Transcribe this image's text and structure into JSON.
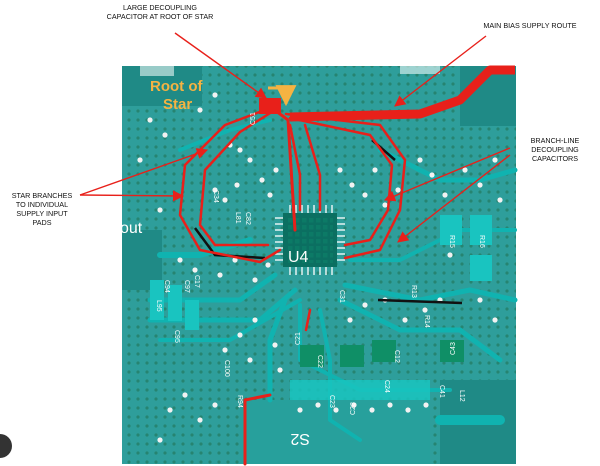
{
  "callouts": {
    "large_decoupling": [
      "LARGE DECOUPLING",
      "CAPACITOR AT ROOT OF STAR"
    ],
    "main_bias": "MAIN BIAS SUPPLY ROUTE",
    "star_branches": [
      "STAR BRANCHES",
      "TO INDIVIDUAL",
      "SUPPLY INPUT",
      "PADS"
    ],
    "branch_line": [
      "BRANCH-LINE",
      "DECOUPLING",
      "CAPACITORS"
    ]
  },
  "board": {
    "root_of_star": [
      "Root of",
      "Star"
    ],
    "out_label": "out",
    "s2_label": "S2",
    "chip_label": "U4",
    "silkscreen": [
      "C51",
      "C34",
      "C82",
      "L81",
      "R15",
      "R16",
      "C17",
      "C97",
      "C94",
      "C95",
      "L95",
      "C21",
      "C22",
      "C23",
      "C24",
      "C28",
      "C41",
      "C43",
      "L12",
      "C12",
      "R13",
      "R14",
      "C100",
      "R94",
      "C31"
    ]
  },
  "colors": {
    "board": "#2e9e9b",
    "trace": "#10b3b0",
    "highlight": "#e8201a",
    "via": "#f2f2f2",
    "silk": "#ffffff",
    "root_text": "#f5b342"
  }
}
